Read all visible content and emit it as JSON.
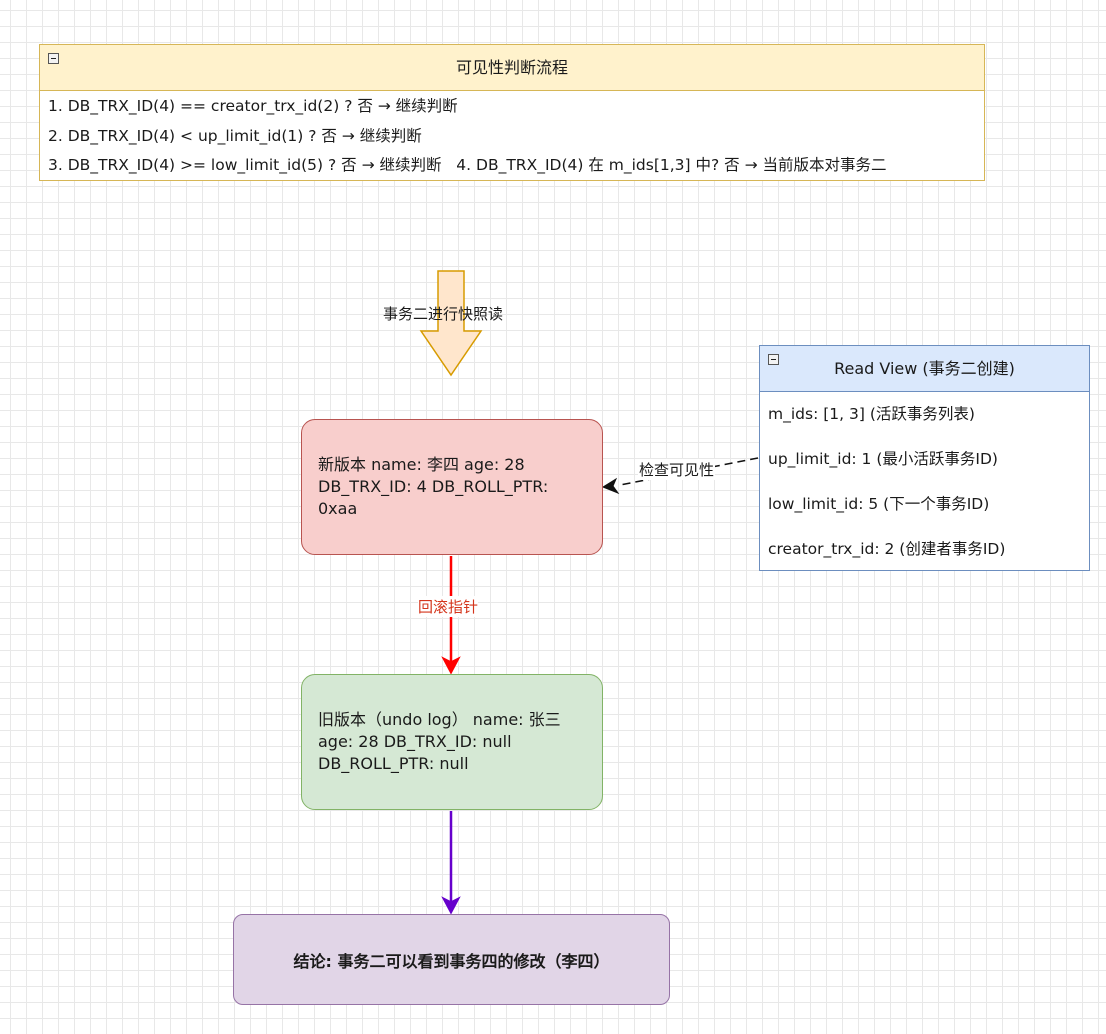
{
  "flow_table": {
    "title": "可见性判断流程",
    "rows": [
      "1. DB_TRX_ID(4) == creator_trx_id(2) ? 否 → 继续判断",
      "2. DB_TRX_ID(4) < up_limit_id(1) ? 否 → 继续判断",
      "3. DB_TRX_ID(4) >= low_limit_id(5) ? 否 → 继续判断   4. DB_TRX_ID(4) 在 m_ids[1,3] 中? 否 → 当前版本对事务二"
    ]
  },
  "snapshot_arrow": {
    "label": "事务二进行快照读"
  },
  "read_view": {
    "title": "Read View (事务二创建)",
    "rows": [
      "m_ids: [1, 3] (活跃事务列表)",
      "up_limit_id: 1 (最小活跃事务ID)",
      "low_limit_id: 5 (下一个事务ID)",
      "creator_trx_id: 2 (创建者事务ID)"
    ]
  },
  "new_version": {
    "text": "新版本 name: 李四 age: 28 DB_TRX_ID: 4 DB_ROLL_PTR: 0xaa"
  },
  "check_edge": {
    "label": "检查可见性"
  },
  "rollback_edge": {
    "label": "回滚指针"
  },
  "old_version": {
    "text": "旧版本（undo log） name: 张三 age: 28 DB_TRX_ID: null DB_ROLL_PTR: null"
  },
  "conclusion": {
    "text": "结论: 事务二可以看到事务四的修改（李四）"
  },
  "colors": {
    "flow_fill": "#fff2cc",
    "flow_stroke": "#d6b656",
    "readview_fill": "#dae8fc",
    "readview_stroke": "#6c8ebf",
    "new_fill": "#f8cecc",
    "new_stroke": "#b85450",
    "old_fill": "#d5e8d4",
    "old_stroke": "#82b366",
    "conclusion_fill": "#e1d5e7",
    "conclusion_stroke": "#9673a6",
    "rollback_arrow": "#ff0000",
    "final_arrow": "#6600cc",
    "snapshot_arrow_fill": "#ffe6cc",
    "snapshot_arrow_stroke": "#d79b00"
  }
}
